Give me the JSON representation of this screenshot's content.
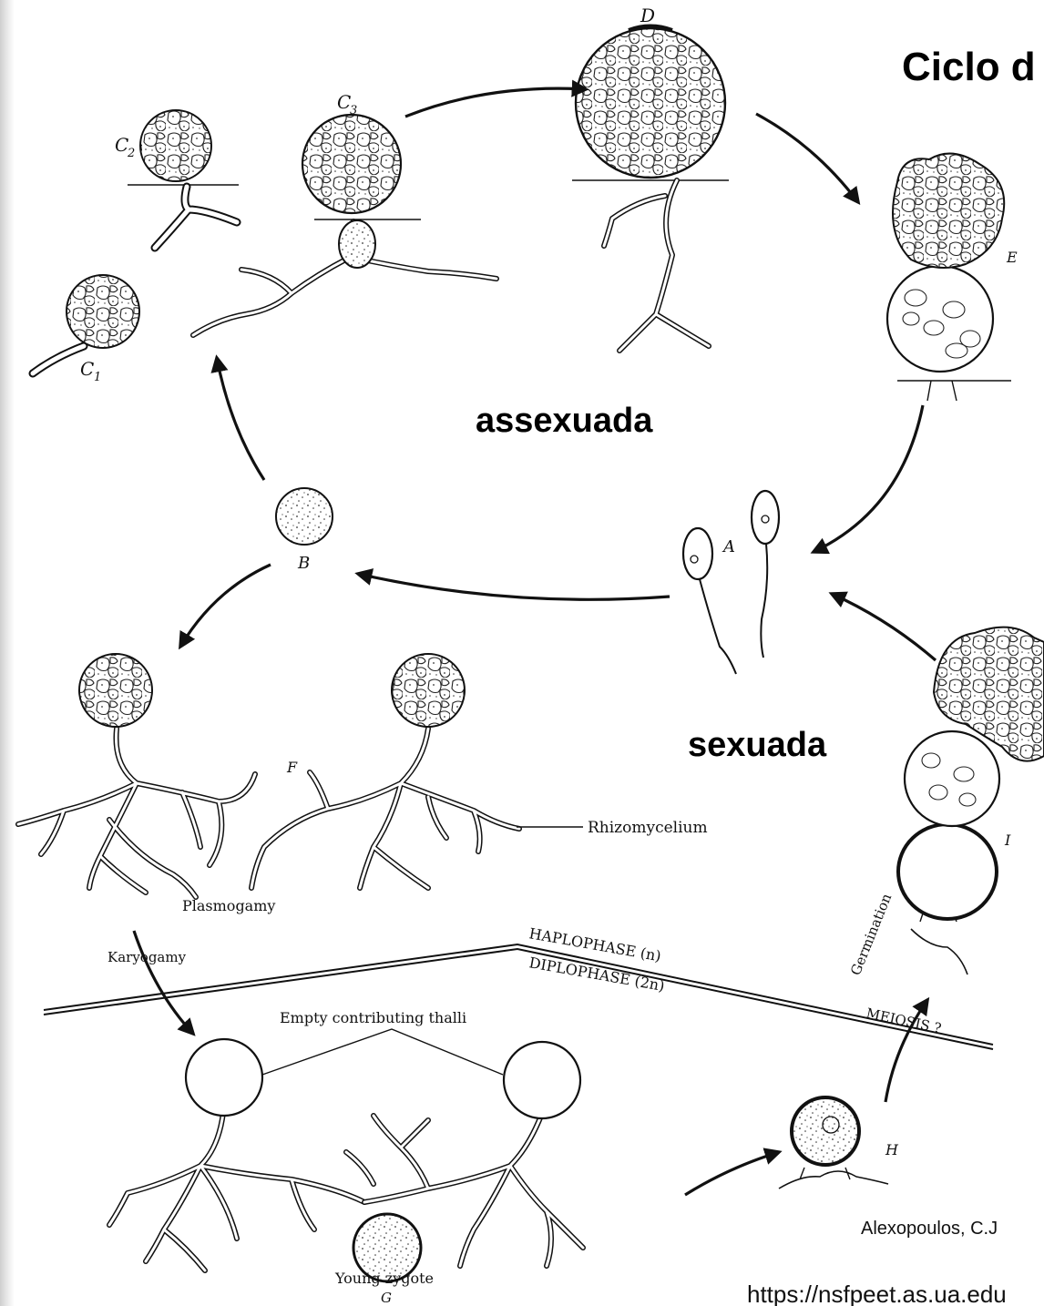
{
  "title": "Ciclo d",
  "phases": {
    "asexual": "assexuada",
    "sexual": "sexuada"
  },
  "stages": {
    "A": "A",
    "B": "B",
    "C1": "C",
    "C1_sub": "1",
    "C2": "C",
    "C2_sub": "2",
    "C3": "C",
    "C3_sub": "3",
    "D": "D",
    "E": "E",
    "F": "F",
    "G": "G",
    "H": "H",
    "I": "I"
  },
  "annotations": {
    "rhizomycelium": "Rhizomycelium",
    "plasmogamy": "Plasmogamy",
    "karyogamy": "Karyogamy",
    "empty_thalli": "Empty contributing thalli",
    "young_zygote": "Young zygote",
    "germination": "Germination",
    "meiosis": "MEIOSIS ?",
    "haplophase": "HAPLOPHASE (n)",
    "diplophase": "DIPLOPHASE (2n)"
  },
  "credits": {
    "author": "Alexopoulos, C.J",
    "url": "https://nsfpeet.as.ua.edu"
  }
}
